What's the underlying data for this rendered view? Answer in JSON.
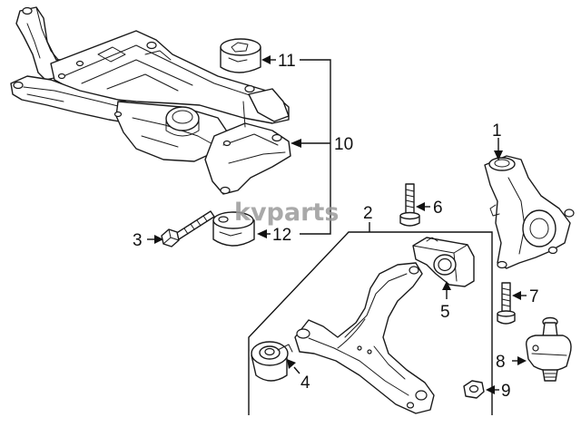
{
  "callouts": {
    "c1": "1",
    "c2": "2",
    "c3": "3",
    "c4": "4",
    "c5": "5",
    "c6": "6",
    "c7": "7",
    "c8": "8",
    "c9": "9",
    "c10": "10",
    "c11": "11",
    "c12": "12"
  },
  "watermark": "kvparts",
  "colors": {
    "line": "#1a1a1a",
    "background": "#ffffff",
    "watermark": "#9a9a9a"
  }
}
